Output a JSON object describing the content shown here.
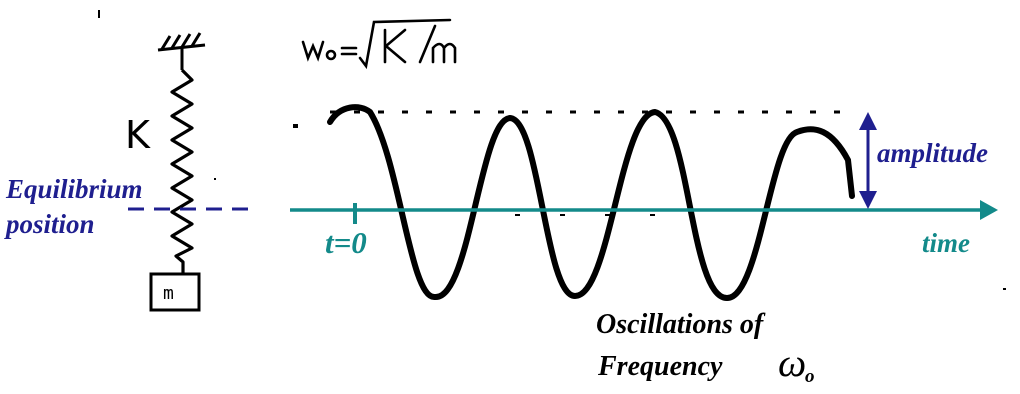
{
  "labels": {
    "equilibrium_line1": "Equilibrium",
    "equilibrium_line2": "position",
    "t0": "t=0",
    "time": "time",
    "amplitude": "amplitude",
    "osc_line1": "Oscillations of",
    "osc_line2": "Frequency",
    "omega": "ω",
    "omega_sub": "o"
  },
  "handwritten": {
    "spring_constant": "K",
    "mass": "m",
    "formula": "w₀ = √(K/m)"
  },
  "colors": {
    "navy": "#1f1f8f",
    "teal": "#138a8a",
    "ink": "#000000"
  },
  "oscillation": {
    "peaks_visible": 4,
    "troughs_visible": 3
  }
}
